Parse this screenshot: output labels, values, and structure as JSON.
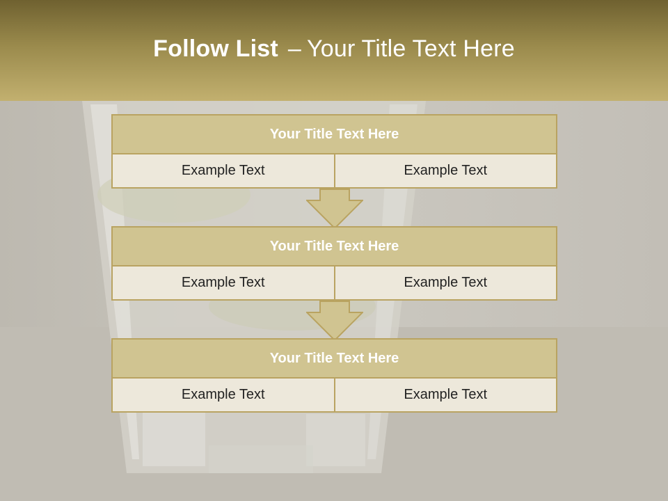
{
  "header": {
    "title_bold": "Follow List",
    "title_sep": "–",
    "title_rest": "Your Title Text Here"
  },
  "steps": [
    {
      "title": "Your Title Text Here",
      "left": "Example Text",
      "right": "Example Text"
    },
    {
      "title": "Your Title Text Here",
      "left": "Example Text",
      "right": "Example Text"
    },
    {
      "title": "Your Title Text Here",
      "left": "Example Text",
      "right": "Example Text"
    }
  ],
  "colors": {
    "header_dark": "#6f6130",
    "header_light": "#c2b06f",
    "box_border": "#b9a361",
    "title_fill": "#d0c491",
    "cell_fill": "#ede8db"
  }
}
